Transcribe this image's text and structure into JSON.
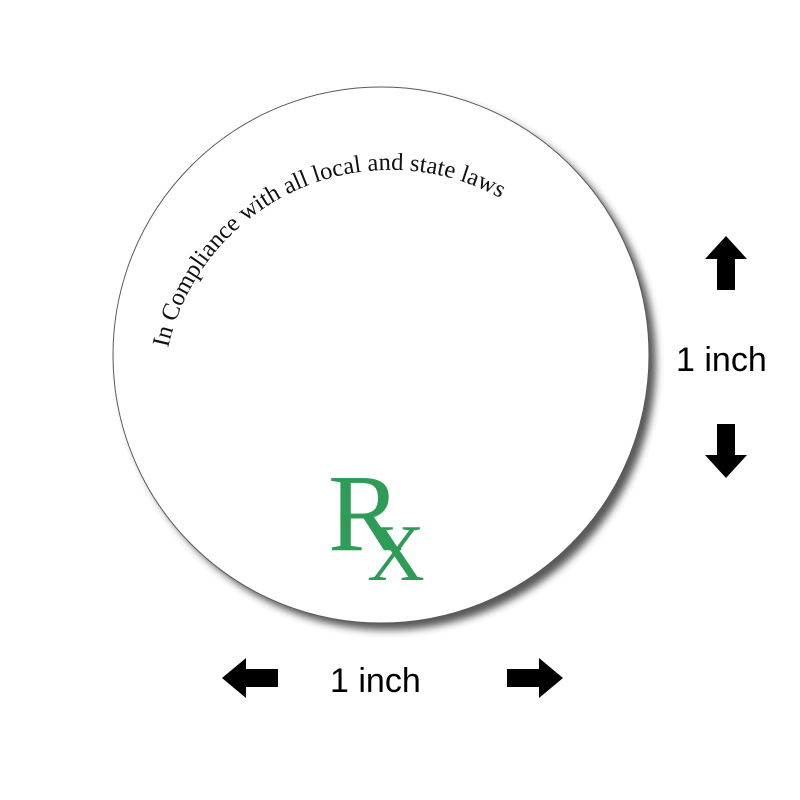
{
  "sticker": {
    "arc_text": "In Compliance with all local and state laws",
    "symbol_main": "R",
    "symbol_sub": "X",
    "symbol_color": "#2e9b57",
    "face_color": "#ffffff",
    "shadow_color": "#3a3a3a"
  },
  "dimensions": {
    "height_label": "1 inch",
    "width_label": "1 inch"
  },
  "icons": {
    "up": "arrow-up-icon",
    "down": "arrow-down-icon",
    "left": "arrow-left-icon",
    "right": "arrow-right-icon"
  }
}
